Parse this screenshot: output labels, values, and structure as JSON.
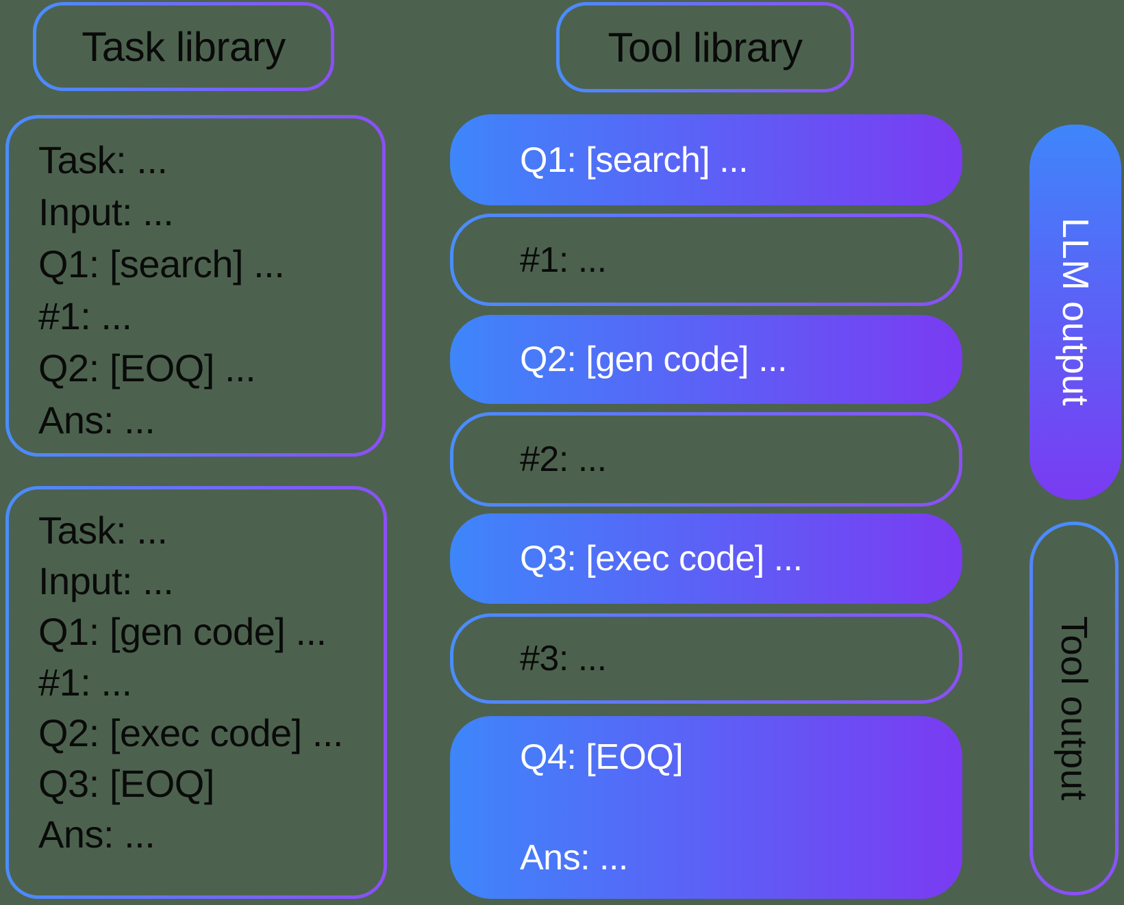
{
  "background_color": "#4c624e",
  "palette": {
    "blue": "#3e86fa",
    "purple": "#7a3bf2",
    "border_blue": "#4a8dfc",
    "border_purple": "#8b4ff6",
    "text_dark": "#0a0a0a",
    "text_light": "#ffffff"
  },
  "task_library": {
    "title": "Task library",
    "example_1": {
      "lines": [
        "Task: ...",
        "Input: ...",
        "Q1: [search] ...",
        "#1: ...",
        "Q2: [EOQ] ...",
        "Ans: ..."
      ]
    },
    "example_2": {
      "lines": [
        "Task: ...",
        "Input: ...",
        "Q1: [gen code] ...",
        "#1: ...",
        "Q2: [exec code] ...",
        "Q3: [EOQ]",
        "Ans: ..."
      ]
    }
  },
  "tool_library": {
    "title": "Tool library",
    "rows": [
      {
        "label": "Q1: [search] ...",
        "style": "filled"
      },
      {
        "label": "#1: ...",
        "style": "outlined"
      },
      {
        "label": "Q2: [gen code] ...",
        "style": "filled"
      },
      {
        "label": "#2: ...",
        "style": "outlined"
      },
      {
        "label": "Q3: [exec code] ...",
        "style": "filled"
      },
      {
        "label": "#3: ...",
        "style": "outlined"
      },
      {
        "label": "Q4: [EOQ]",
        "label_secondary": "Ans: ...",
        "style": "filled"
      }
    ]
  },
  "outputs": {
    "llm_label": "LLM output",
    "tool_label": "Tool output"
  }
}
